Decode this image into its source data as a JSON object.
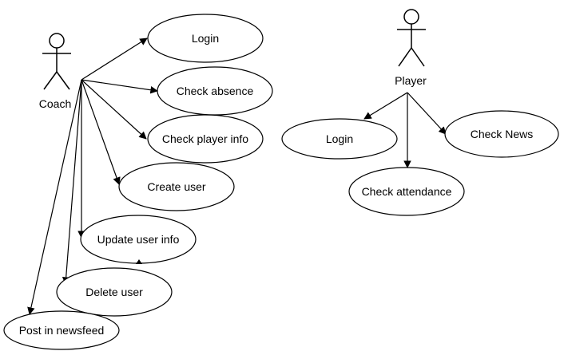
{
  "actors": {
    "coach": {
      "label": "Coach"
    },
    "player": {
      "label": "Player"
    }
  },
  "coach_use_cases": [
    {
      "label": "Login"
    },
    {
      "label": "Check absence"
    },
    {
      "label": "Check player info"
    },
    {
      "label": "Create user"
    },
    {
      "label": "Update user info"
    },
    {
      "label": "Delete user"
    },
    {
      "label": "Post in newsfeed"
    }
  ],
  "player_use_cases": [
    {
      "label": "Login"
    },
    {
      "label": "Check News"
    },
    {
      "label": "Check attendance"
    }
  ]
}
